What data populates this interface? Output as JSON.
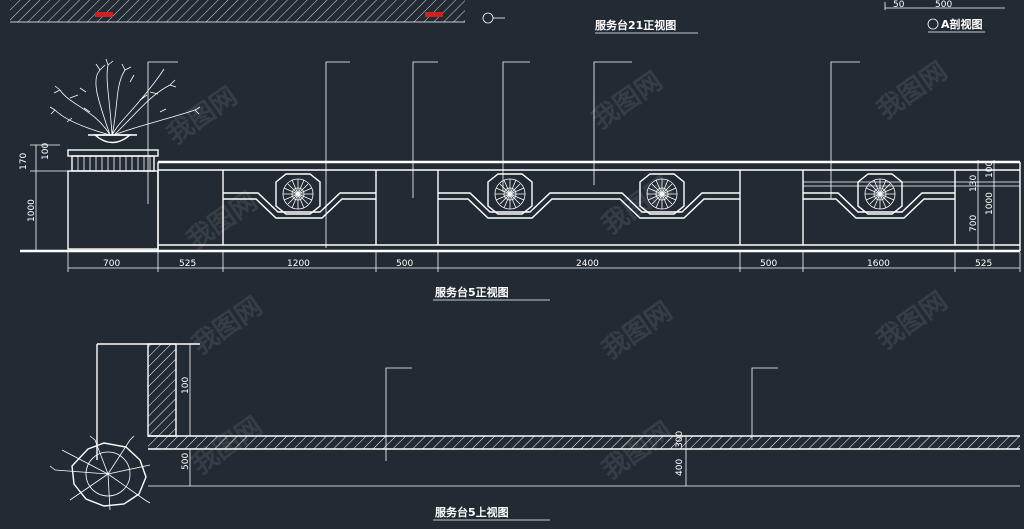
{
  "titles": {
    "top_front": "服务台21正视图",
    "top_side": "A剖视图",
    "front": "服务台5正视图",
    "plan": "服务台5上视图"
  },
  "top_dims": {
    "a": "50",
    "b": "500"
  },
  "front_dims": {
    "bottom": [
      "700",
      "525",
      "1200",
      "500",
      "2400",
      "500",
      "1600",
      "525"
    ],
    "left": [
      "170",
      "1000",
      "100"
    ],
    "right": [
      "130",
      "100",
      "700",
      "1000"
    ]
  },
  "plan_dims": {
    "d1": "100",
    "d2": "500",
    "d3": "300",
    "d4": "400"
  },
  "watermark": "我图网",
  "colors": {
    "background": "#222a33",
    "line": "#ffffff",
    "accent_red": "#cc2222"
  }
}
